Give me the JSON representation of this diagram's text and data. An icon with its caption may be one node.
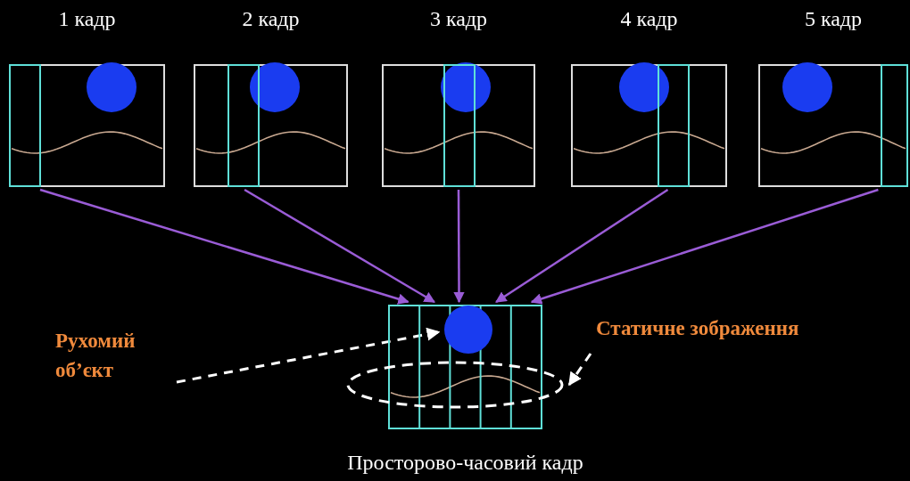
{
  "diagram": {
    "nodes": [
      {
        "text": [
          "1 кадр"
        ]
      },
      {
        "text": [
          "2 кадр"
        ]
      },
      {
        "text": [
          "3 кадр"
        ]
      },
      {
        "text": [
          "4 кадр"
        ]
      },
      {
        "text": [
          "5 кадр"
        ]
      },
      {
        "text": [
          "Просторово-часовий кадр"
        ]
      },
      {
        "text": [
          "Рухомий об’єкт"
        ]
      },
      {
        "text": [
          "Статичне зображення"
        ]
      },
      {
        "text": [],
        "shape": "circle",
        "in": 5
      },
      {
        "text": [],
        "shape": "ellipse"
      }
    ],
    "edges": [
      {
        "from": 0,
        "to": 5,
        "arrow": "to"
      },
      {
        "from": 1,
        "to": 5,
        "arrow": "to"
      },
      {
        "from": 2,
        "to": 5,
        "arrow": "to"
      },
      {
        "from": 3,
        "to": 5,
        "arrow": "to"
      },
      {
        "from": 4,
        "to": 5,
        "arrow": "to"
      },
      {
        "from": 6,
        "to": 8,
        "arrow": "to",
        "style": "dashed",
        "color": "#ffffff"
      },
      {
        "from": 7,
        "to": 9,
        "arrow": "to",
        "style": "dashed",
        "color": "#ffffff"
      }
    ]
  }
}
